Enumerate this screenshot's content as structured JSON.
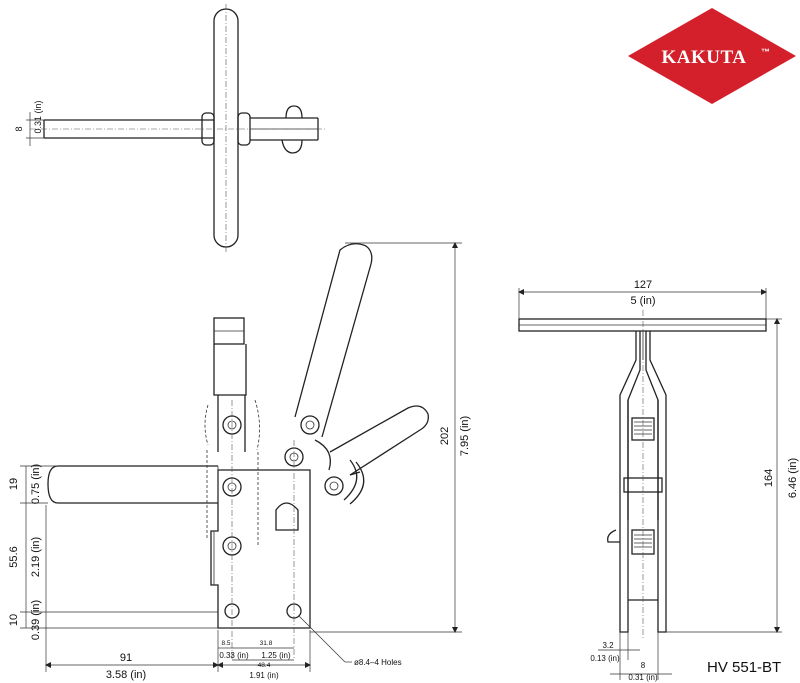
{
  "brand": {
    "name": "KAKUTA",
    "trademark": "™",
    "color": "#d4202a"
  },
  "model": "HV 551-BT",
  "top_view": {
    "dim_mm": "8",
    "dim_in": "0.31 (in)"
  },
  "front_view": {
    "height_mm": "202",
    "height_in": "7.95 (in)",
    "left_19_mm": "19",
    "left_19_in": "0.75 (in)",
    "left_55_mm": "55.6",
    "left_55_in": "2.19 (in)",
    "left_10_mm": "10",
    "left_10_in": "0.39 (in)",
    "bottom_91_mm": "91",
    "bottom_91_in": "3.58 (in)",
    "d_8_5": "8.5",
    "d_8_5_in": "0.33 (in)",
    "d_31_8": "31.8",
    "d_31_8_in": "1.25 (in)",
    "d_48_4": "48.4",
    "d_48_4_in": "1.91 (in)",
    "holes": "ø8.4–4 Holes"
  },
  "side_view": {
    "width_mm": "127",
    "width_in": "5 (in)",
    "height_mm": "164",
    "height_in": "6.46 (in)",
    "d_3_2": "3.2",
    "d_3_2_in": "0.13 (in)",
    "d_8": "8",
    "d_8_in": "0.31 (in)"
  }
}
